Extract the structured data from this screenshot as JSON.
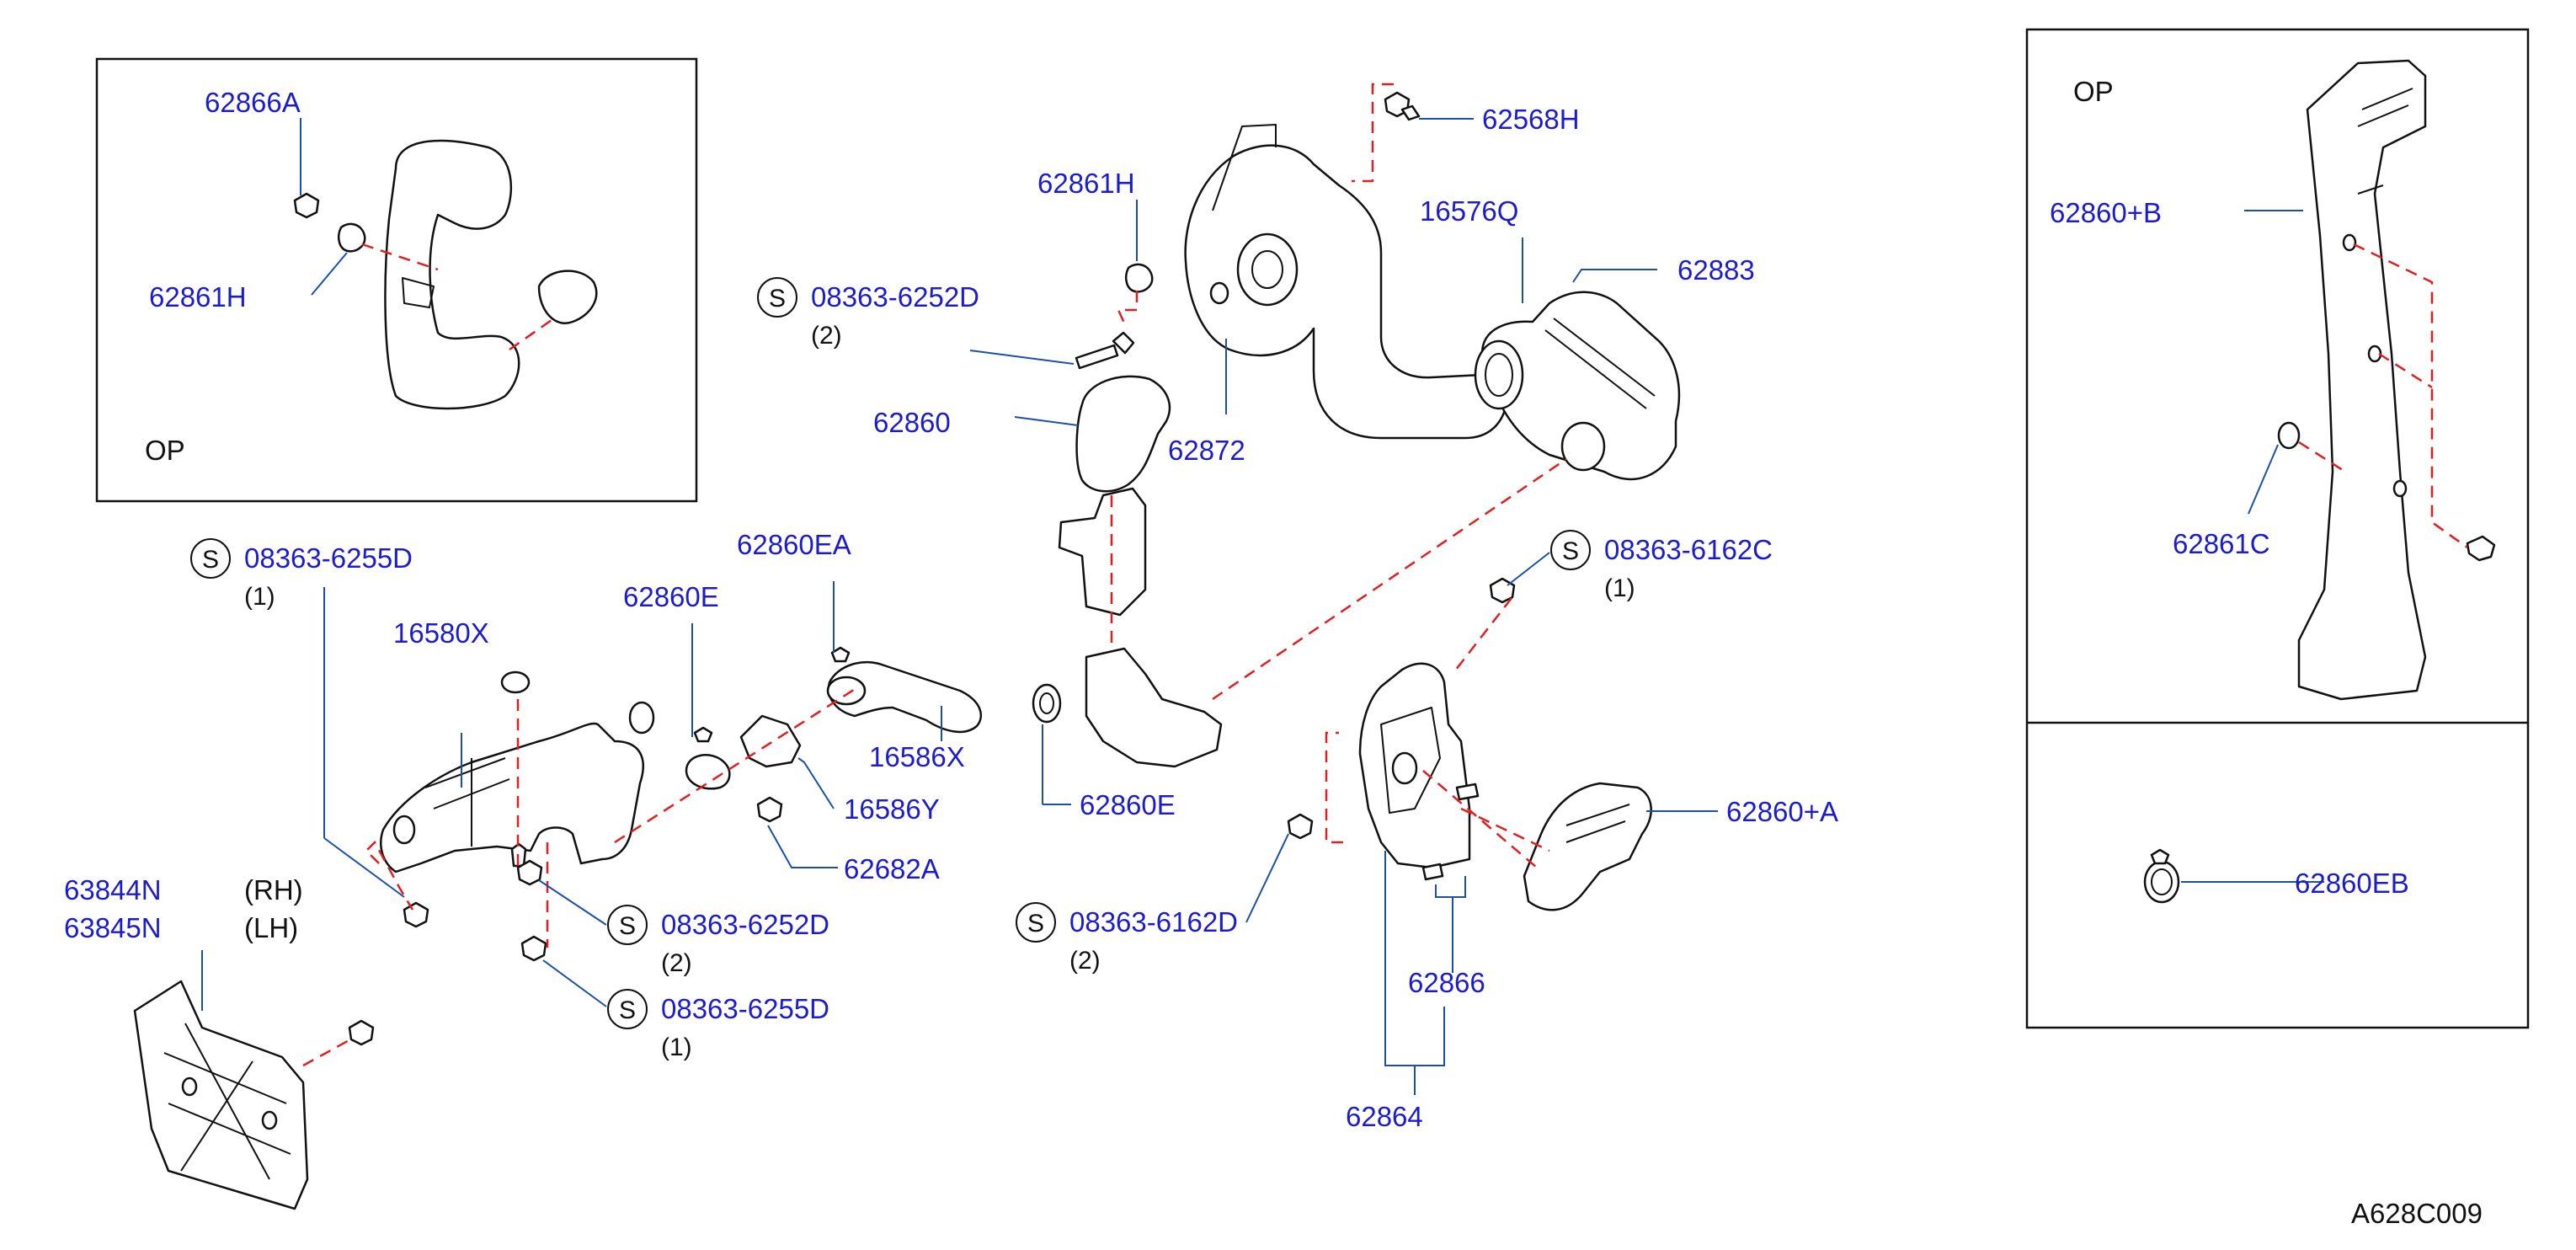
{
  "diagram_code": "A628C009",
  "box_labels": {
    "inset_top_left": "OP",
    "inset_top_right": "OP"
  },
  "part_numbers": {
    "p62866A": "62866A",
    "p62861H_inset": "62861H",
    "p62861H": "62861H",
    "p62568H": "62568H",
    "p16576Q": "16576Q",
    "p62883": "62883",
    "p62860": "62860",
    "p62872": "62872",
    "p62860B": "62860+B",
    "p62861C": "62861C",
    "p62860EB": "62860EB",
    "p16580X": "16580X",
    "p62860E_left": "62860E",
    "p62860EA": "62860EA",
    "p16586X": "16586X",
    "p16586Y": "16586Y",
    "p62682A": "62682A",
    "p62860E_mid": "62860E",
    "p62860A": "62860+A",
    "p62866": "62866",
    "p62864": "62864",
    "p63844N": "63844N",
    "p63845N": "63845N"
  },
  "side_labels": {
    "rh": "(RH)",
    "lh": "(LH)"
  },
  "screws": [
    {
      "symbol": "S",
      "number": "08363-6252D",
      "qty": "(2)"
    },
    {
      "symbol": "S",
      "number": "08363-6255D",
      "qty": "(1)"
    },
    {
      "symbol": "S",
      "number": "08363-6162C",
      "qty": "(1)"
    },
    {
      "symbol": "S",
      "number": "08363-6252D",
      "qty": "(2)"
    },
    {
      "symbol": "S",
      "number": "08363-6255D",
      "qty": "(1)"
    },
    {
      "symbol": "S",
      "number": "08363-6162D",
      "qty": "(2)"
    }
  ],
  "colors": {
    "part_number_text": "#1c1ccc",
    "leader_line": "#1c4fa8",
    "dashed_alignment": "#e02020",
    "outline": "#111111"
  }
}
